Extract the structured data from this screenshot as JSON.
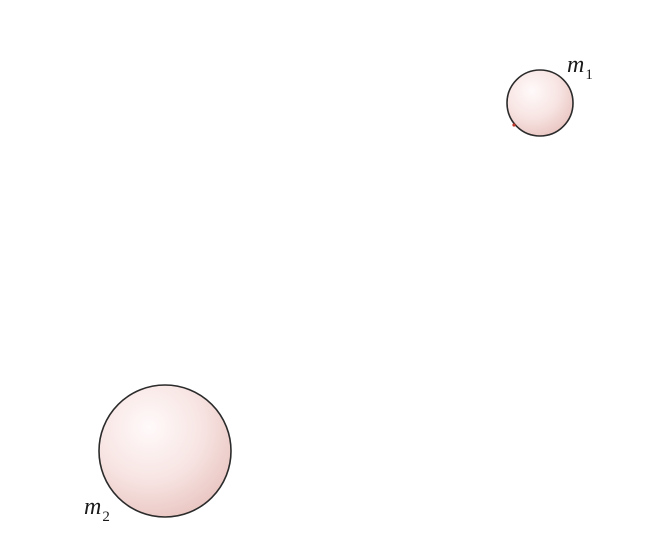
{
  "diagram": {
    "colors": {
      "sphere_highlight": "#fffafa",
      "sphere_mid": "#f7e4e2",
      "sphere_edge": "#e8c3bf",
      "outline": "#2b2b2b",
      "accent_dot": "#c0392b"
    },
    "masses": [
      {
        "id": "m1",
        "symbol": "m",
        "subscript": "1"
      },
      {
        "id": "m2",
        "symbol": "m",
        "subscript": "2"
      }
    ]
  }
}
